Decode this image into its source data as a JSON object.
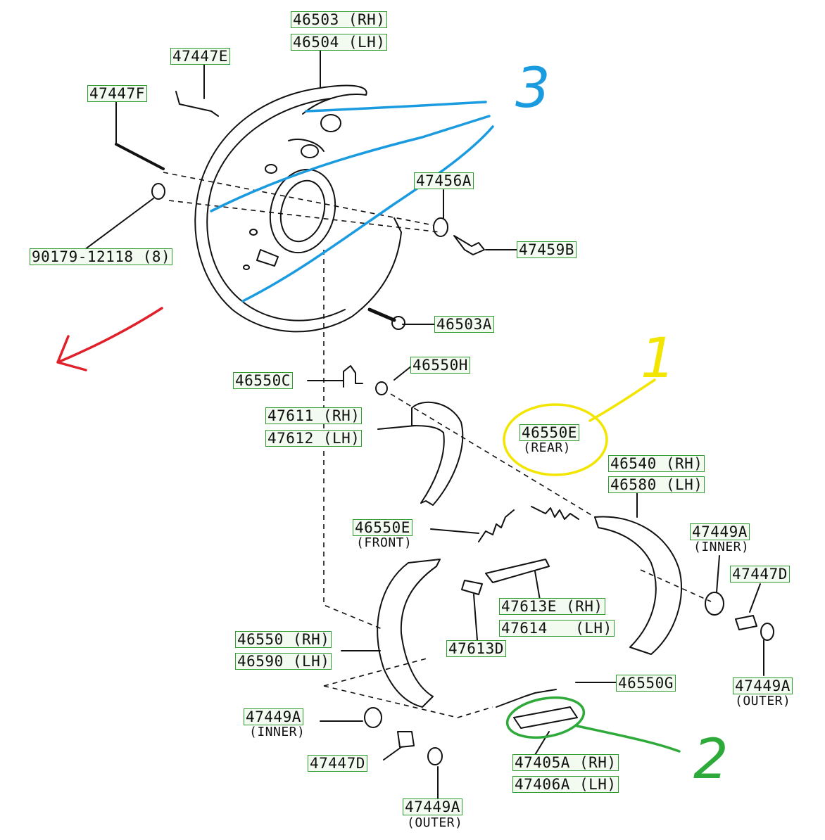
{
  "parts": {
    "p46503": "46503 (RH)",
    "p46504": "46504 (LH)",
    "p47447E": "47447E",
    "p47447F": "47447F",
    "p47456A": "47456A",
    "p47459B": "47459B",
    "p90179": "90179-12118 (8)",
    "p46503A": "46503A",
    "p46550H": "46550H",
    "p46550C": "46550C",
    "p47611": "47611 (RH)",
    "p47612": "47612 (LH)",
    "p46550E_rear": "46550E",
    "p46550E_rear_note": "(REAR)",
    "p46540": "46540 (RH)",
    "p46580": "46580 (LH)",
    "p46550E_front": "46550E",
    "p46550E_front_note": "(FRONT)",
    "p47449A_inner_r": "47449A",
    "p47449A_inner_r_note": "(INNER)",
    "p47447D_r": "47447D",
    "p47613E": "47613E (RH)",
    "p47614": "47614   (LH)",
    "p47613D": "47613D",
    "p46550": "46550 (RH)",
    "p46590": "46590 (LH)",
    "p47449A_outer_r": "47449A",
    "p47449A_outer_r_note": "(OUTER)",
    "p46550G": "46550G",
    "p47449A_inner_l": "47449A",
    "p47449A_inner_l_note": "(INNER)",
    "p47447D_l": "47447D",
    "p47405A": "47405A (RH)",
    "p47406A": "47406A (LH)",
    "p47449A_outer_l": "47449A",
    "p47449A_outer_l_note": "(OUTER)"
  },
  "annotations": {
    "mark1": "1",
    "mark2": "2",
    "mark3": "3",
    "colors": {
      "mark1": "#f2e600",
      "mark2": "#2eaa3a",
      "mark3": "#1a9be0",
      "arrow": "#e0202a"
    }
  }
}
